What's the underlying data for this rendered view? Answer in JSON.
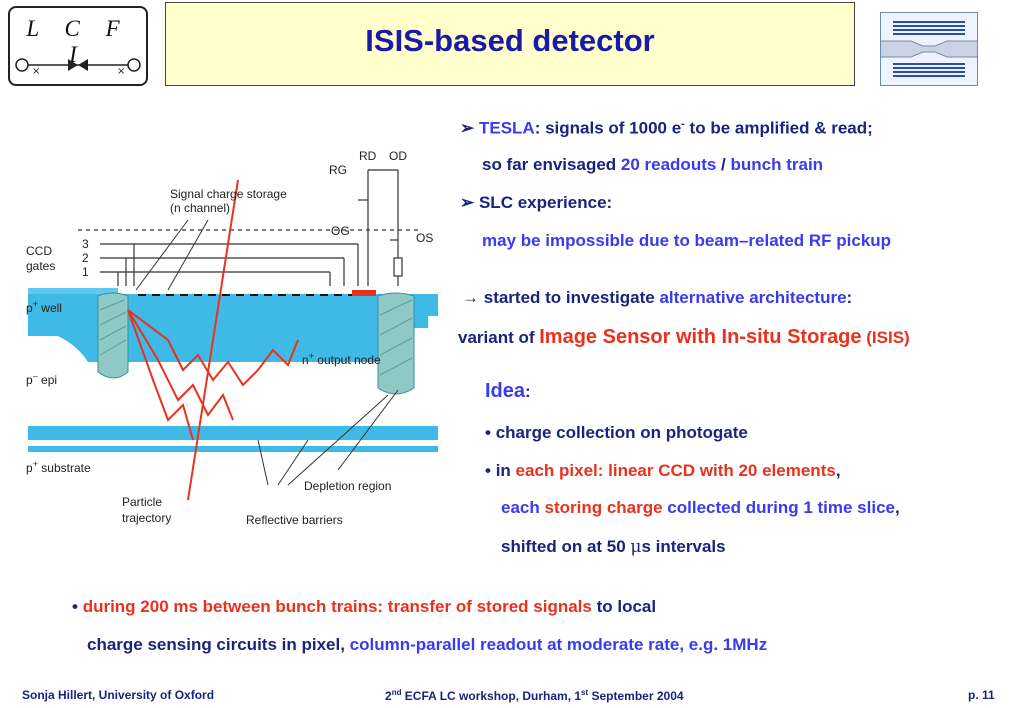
{
  "header": {
    "logo_text": "L C F I",
    "title": "ISIS-based detector"
  },
  "diagram": {
    "labels": {
      "rd": "RD",
      "od": "OD",
      "rg": "RG",
      "og": "OG",
      "os": "OS",
      "storage_line1": "Signal charge storage",
      "storage_line2": "(n channel)",
      "ccd_line1": "CCD",
      "ccd_line2": "gates",
      "gate3": "3",
      "gate2": "2",
      "gate1": "1",
      "pwell_pre": "p",
      "pwell_sup": "+",
      "pwell_post": " well",
      "nplus_pre": "n",
      "nplus_sup": "+",
      "nplus_post": " output node",
      "pepi_pre": "p",
      "pepi_sup": "–",
      "pepi_post": " epi",
      "psub_pre": "p",
      "psub_sup": "+",
      "psub_post": " substrate",
      "depletion": "Depletion region",
      "particle_line1": "Particle",
      "particle_line2": "trajectory",
      "reflective": "Reflective barriers"
    }
  },
  "right": {
    "bullet1_head": "TESLA",
    "bullet1_mid": ": signals of 1000 e",
    "bullet1_sup": "-",
    "bullet1_tail": " to be amplified & read;",
    "bullet1_l2_a": "so far envisaged ",
    "bullet1_l2_b": "20 readouts",
    "bullet1_l2_c": " / ",
    "bullet1_l2_d": "bunch train",
    "bullet2_head": "SLC experience:",
    "bullet2_l2": "may be impossible due to beam–related RF pickup",
    "arrow_a": "started to investigate ",
    "arrow_b": "alternative architecture",
    "arrow_c": ":",
    "variant_a": "variant of ",
    "variant_b": "Image Sensor with In-situ Storage",
    "variant_c": " (ISIS)",
    "idea": "Idea",
    "idea_colon": ":",
    "sub1": "charge collection on photogate",
    "sub2_a": "in ",
    "sub2_b": "each pixel: linear CCD with 20 elements",
    "sub2_c": ",",
    "sub3_a": "each ",
    "sub3_b": "storing charge",
    "sub3_c": " collected during 1 time slice",
    "sub3_d": ",",
    "sub4_a": "shifted on at 50 ",
    "sub4_mu": "μ",
    "sub4_b": "s intervals"
  },
  "bottom": {
    "line1_a": "during 200 ms between bunch trains: transfer of stored signals",
    "line1_b": " to local",
    "line2_a": "charge sensing circuits in pixel, ",
    "line2_b": "column-parallel readout at moderate rate, e.g. 1MHz"
  },
  "footer": {
    "left": "Sonja Hillert, University of Oxford",
    "mid_a": "2",
    "mid_sup1": "nd",
    "mid_b": " ECFA LC workshop, Durham, 1",
    "mid_sup2": "st",
    "mid_c": " September 2004",
    "right": "p. 11"
  },
  "colors": {
    "navy": "#1a237e",
    "blue": "#3a3af0",
    "red": "#e8321e",
    "title_bg": "#ffffcc",
    "silicon": "#3fb9e6",
    "reflective": "#8fc9c6"
  }
}
